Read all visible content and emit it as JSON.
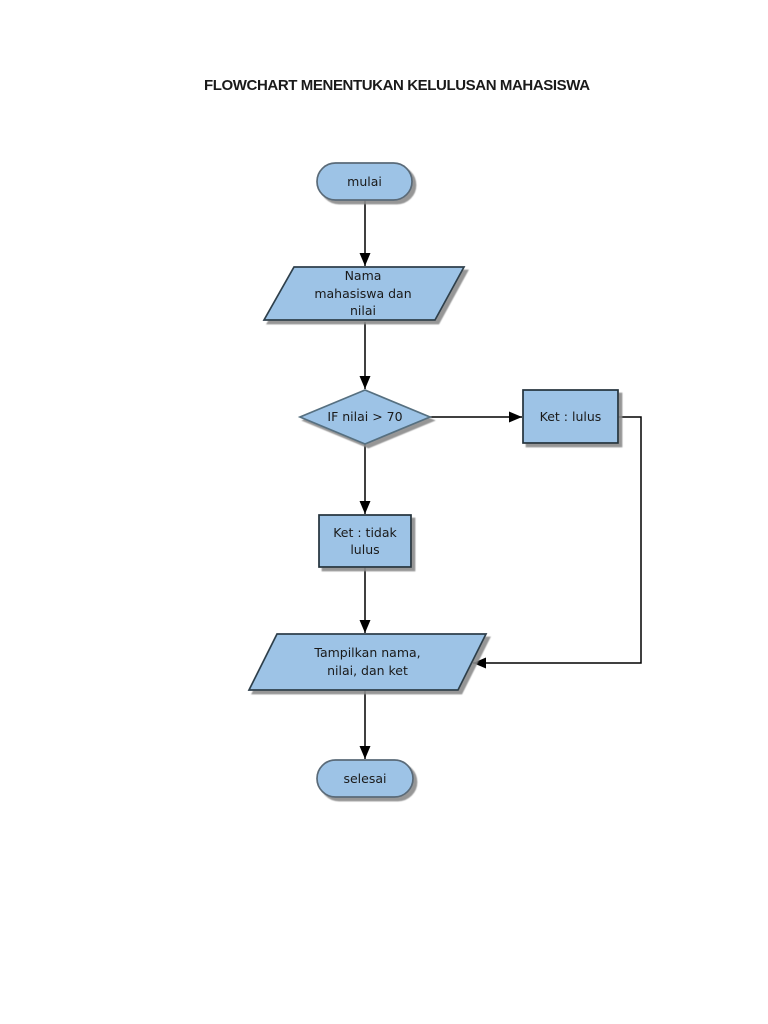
{
  "title": "FLOWCHART MENENTUKAN KELULUSAN MAHASISWA",
  "colors": {
    "page_background": "#FFFFFF",
    "shape_fill": "#9DC3E6",
    "terminator_border": "#5A6B78",
    "process_border": "#22303B",
    "diamond_border": "#566F80",
    "parallelogram_border": "#2F3F4C",
    "connector": "#000000",
    "shadow": "#8A8A8A",
    "text": "#1A1A1A"
  },
  "nodes": {
    "start": {
      "type": "terminator",
      "label": "mulai"
    },
    "input": {
      "type": "input-parallelogram",
      "label": "Nama\nmahasiswa dan\nnilai"
    },
    "decision": {
      "type": "decision-diamond",
      "label": "IF nilai > 70"
    },
    "ket_lulus": {
      "type": "process",
      "label": "Ket : lulus"
    },
    "ket_tidak_lulus": {
      "type": "process",
      "label": "Ket : tidak\nlulus"
    },
    "output": {
      "type": "output-parallelogram",
      "label": "Tampilkan nama,\nnilai, dan ket"
    },
    "end": {
      "type": "terminator",
      "label": "selesai"
    }
  },
  "edges": [
    {
      "from": "start",
      "to": "input"
    },
    {
      "from": "input",
      "to": "decision"
    },
    {
      "from": "decision",
      "to": "ket_lulus",
      "branch": "true"
    },
    {
      "from": "decision",
      "to": "ket_tidak_lulus",
      "branch": "false"
    },
    {
      "from": "ket_lulus",
      "to": "output"
    },
    {
      "from": "ket_tidak_lulus",
      "to": "output"
    },
    {
      "from": "output",
      "to": "end"
    }
  ]
}
